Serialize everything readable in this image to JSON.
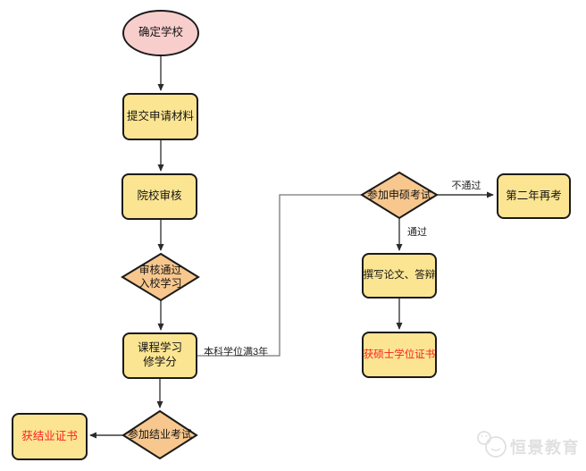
{
  "diagram": {
    "type": "flowchart",
    "nodes": [
      {
        "id": "start",
        "shape": "ellipse",
        "label": "确定学校",
        "fill": "#F8CECC"
      },
      {
        "id": "submit-materials",
        "shape": "rounded-rect",
        "label": "提交申请材料",
        "fill": "#FBE592"
      },
      {
        "id": "school-review",
        "shape": "rounded-rect",
        "label": "院校审核",
        "fill": "#FBE592"
      },
      {
        "id": "review-passed",
        "shape": "diamond",
        "lines": [
          "审核通过",
          "入校学习"
        ],
        "fill": "#F7C78E"
      },
      {
        "id": "course-study",
        "shape": "rounded-rect",
        "lines": [
          "课程学习",
          "修学分"
        ],
        "fill": "#FBE592"
      },
      {
        "id": "final-exam",
        "shape": "diamond",
        "label": "参加结业考试",
        "fill": "#F7C78E"
      },
      {
        "id": "completion-cert",
        "shape": "rounded-rect",
        "label": "获结业证书",
        "fill": "#FBE592",
        "text_color": "#FB2020"
      },
      {
        "id": "master-exam",
        "shape": "diamond",
        "label": "参加申硕考试",
        "fill": "#F7C78E"
      },
      {
        "id": "retake-next-year",
        "shape": "rounded-rect",
        "label": "第二年再考",
        "fill": "#FBE592"
      },
      {
        "id": "thesis-defense",
        "shape": "rounded-rect",
        "label": "撰写论文、答辩",
        "fill": "#FBE592"
      },
      {
        "id": "master-cert",
        "shape": "rounded-rect",
        "label": "获硕士学位证书",
        "fill": "#FBE592",
        "text_color": "#FB2020"
      }
    ],
    "edges": [
      {
        "from": "start",
        "to": "submit-materials"
      },
      {
        "from": "submit-materials",
        "to": "school-review"
      },
      {
        "from": "school-review",
        "to": "review-passed"
      },
      {
        "from": "review-passed",
        "to": "course-study"
      },
      {
        "from": "course-study",
        "to": "final-exam"
      },
      {
        "from": "final-exam",
        "to": "completion-cert"
      },
      {
        "from": "course-study",
        "to": "master-exam",
        "label": "本科学位满3年"
      },
      {
        "from": "master-exam",
        "to": "retake-next-year",
        "label": "不通过"
      },
      {
        "from": "master-exam",
        "to": "thesis-defense",
        "label": "通过"
      },
      {
        "from": "thesis-defense",
        "to": "master-cert"
      }
    ],
    "edge_labels": [
      {
        "id": "bachelor-3-years",
        "text": "本科学位满3年"
      },
      {
        "id": "fail",
        "text": "不通过"
      },
      {
        "id": "pass",
        "text": "通过"
      }
    ],
    "watermark": {
      "text": "恒景教育"
    },
    "colors": {
      "start_fill": "#F8CECC",
      "process_fill": "#FBE592",
      "decision_fill": "#F7C78E",
      "shape_border": "#1A1A1A",
      "highlight_text": "#FB2020",
      "connector": "#3A3A3A",
      "elbow_connector": "#787878",
      "watermark": "#E0E0E0"
    }
  }
}
